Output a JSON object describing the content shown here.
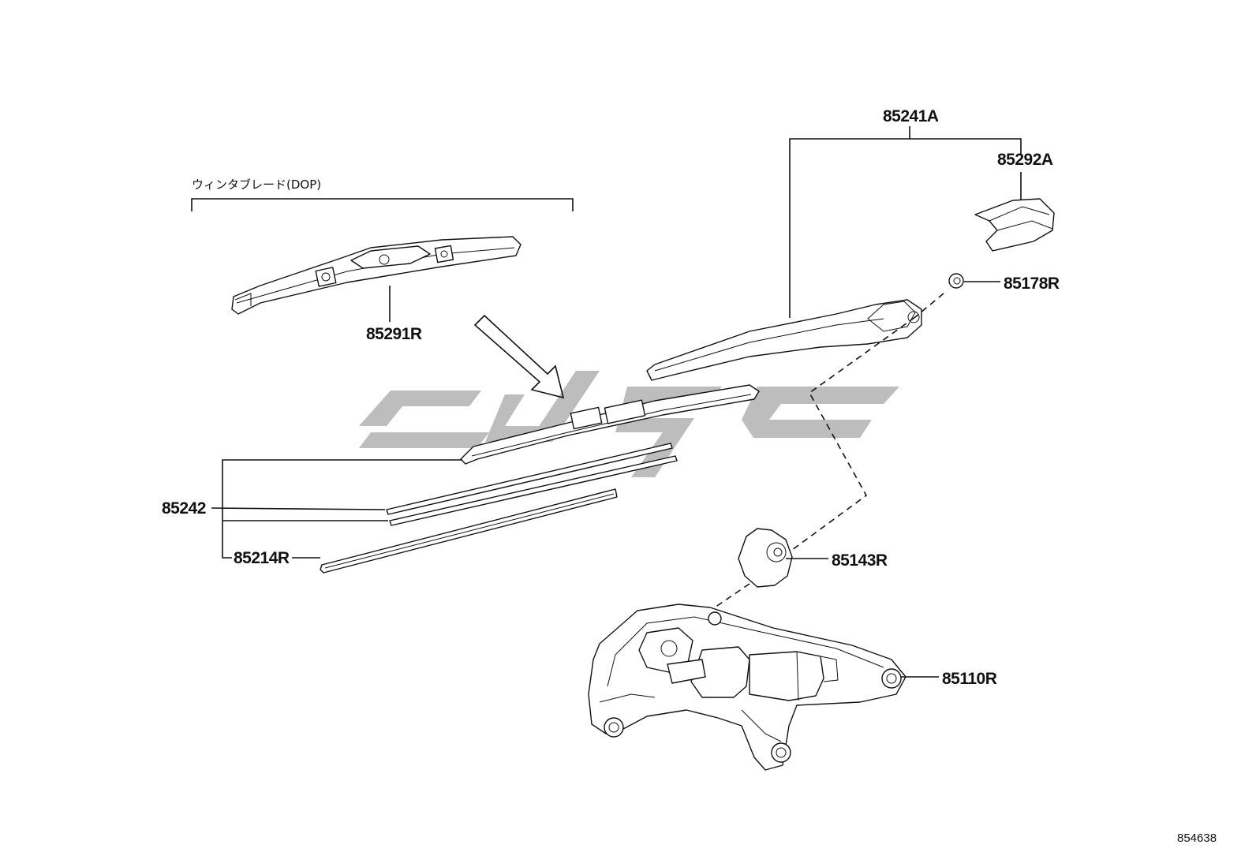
{
  "diagram": {
    "figure_number": "854638",
    "group_caption": "ウィンタブレード(DOP)",
    "parts": {
      "arm_assembly": "85241A",
      "arm_cap": "85292A",
      "nut": "85178R",
      "winter_blade": "85291R",
      "blade": "85242",
      "rubber": "85214R",
      "grommet": "85143R",
      "motor": "85110R"
    }
  },
  "colors": {
    "line": "#111111",
    "watermark": "#bdbdbd",
    "background": "#ffffff"
  }
}
